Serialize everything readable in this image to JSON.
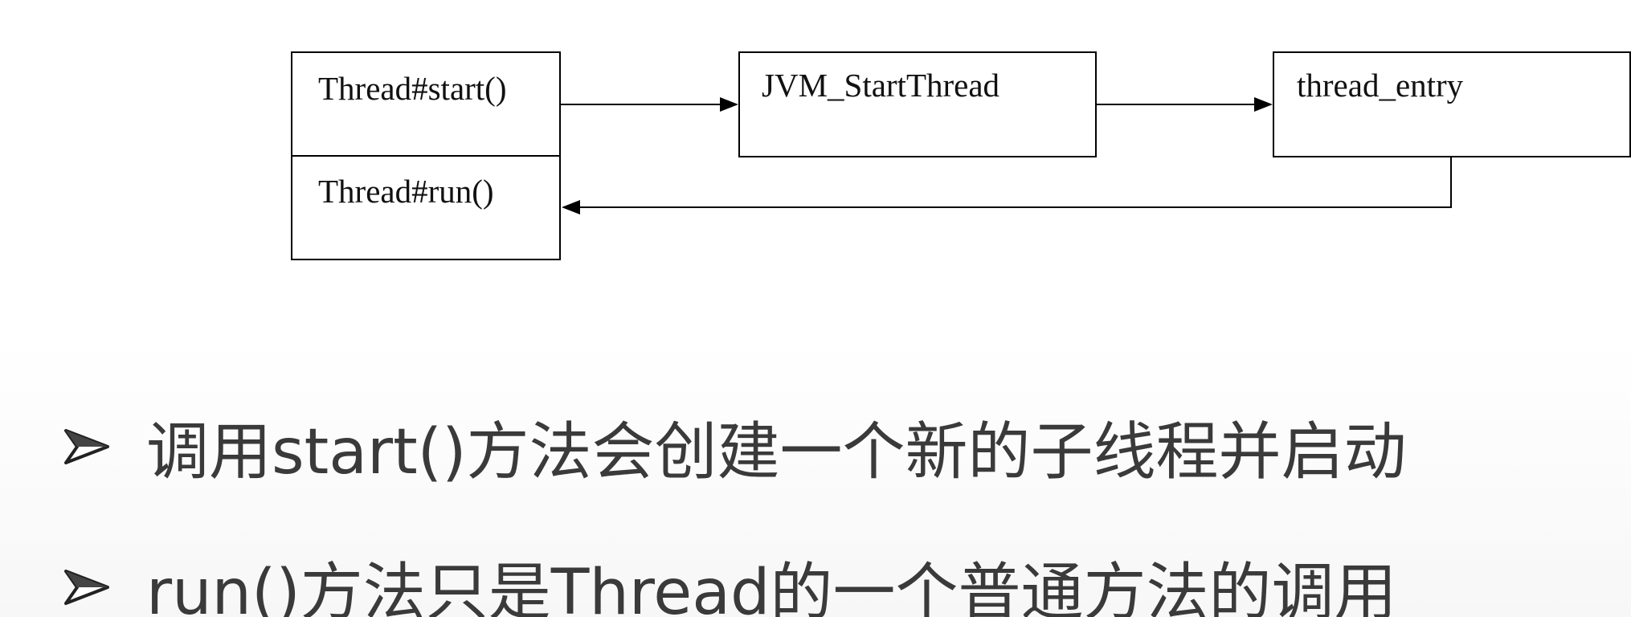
{
  "diagram": {
    "nodes": {
      "start": "Thread#start()",
      "run": "Thread#run()",
      "jvm": "JVM_StartThread",
      "entry": "thread_entry"
    }
  },
  "bullets": [
    {
      "text": "调用start()方法会创建一个新的子线程并启动"
    },
    {
      "text": "run()方法只是Thread的一个普通方法的调用"
    }
  ]
}
